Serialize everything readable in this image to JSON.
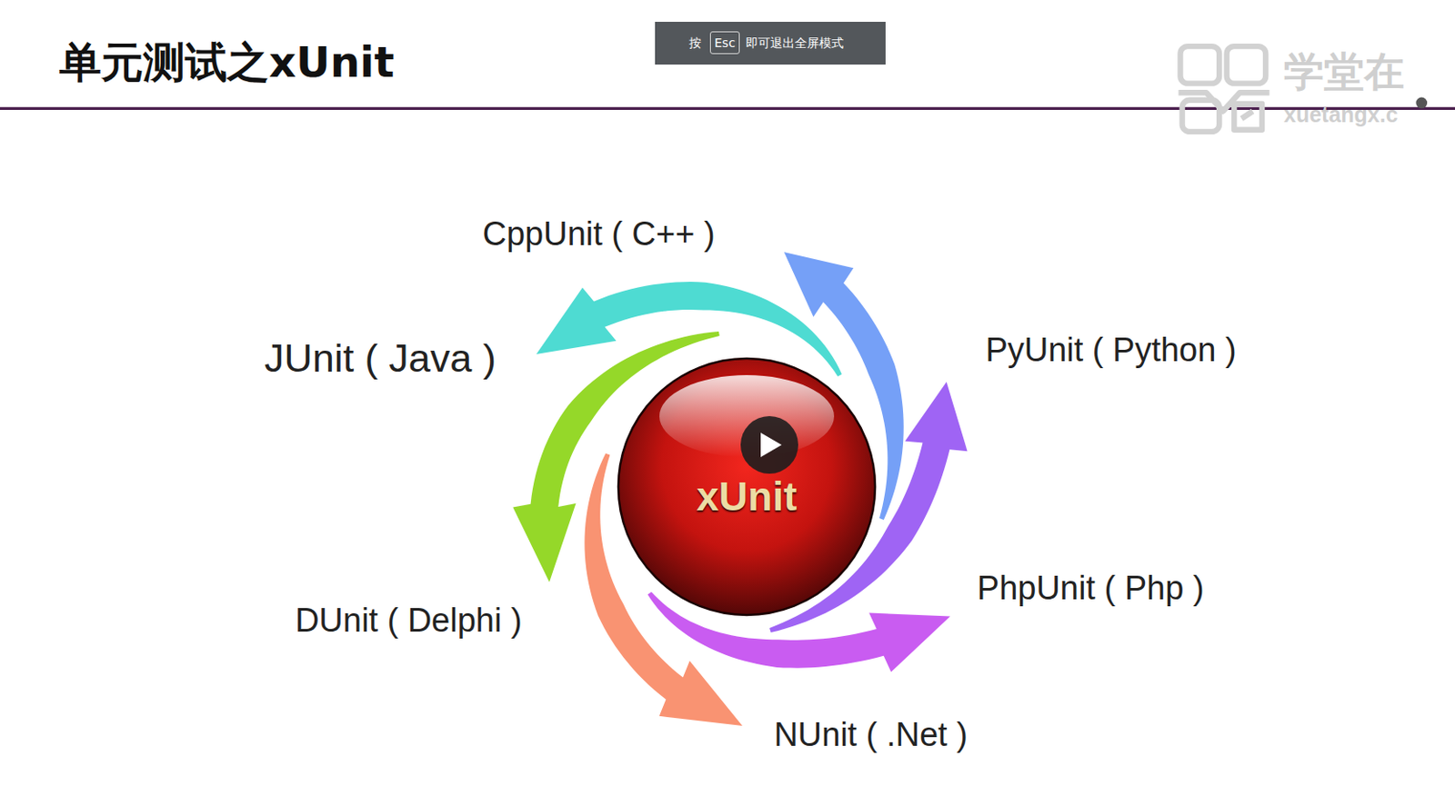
{
  "diagram": {
    "title": "单元测试之xUnit",
    "nodes": [
      {
        "text": [
          "xUnit"
        ]
      }
    ],
    "labels": [
      "按",
      "Esc",
      "即可退出全屏模式",
      "学堂在",
      "xuetangx.c",
      "CppUnit ( C++ )",
      "JUnit ( Java )",
      "PyUnit ( Python )",
      "PhpUnit ( Php )",
      "DUnit ( Delphi )",
      "NUnit ( .Net )"
    ]
  }
}
